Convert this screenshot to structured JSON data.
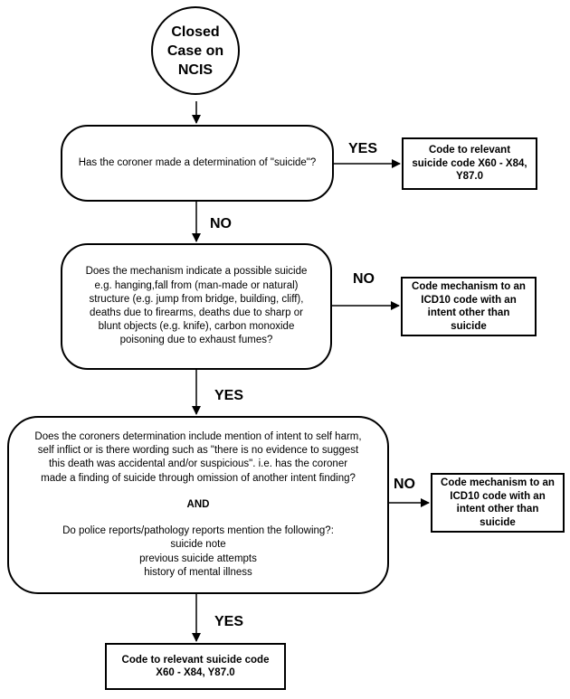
{
  "start": {
    "lines": [
      "Closed",
      "Case on",
      "NCIS"
    ]
  },
  "q1": {
    "text": "Has the coroner made a determination of \"suicide\"?"
  },
  "q1_yes_label": "YES",
  "q1_no_label": "NO",
  "r1": {
    "lines": [
      "Code to relevant",
      "suicide code X60 - X84,",
      "Y87.0"
    ]
  },
  "q2": {
    "lines": [
      "Does the mechanism indicate a possible suicide",
      "e.g.  hanging,fall from (man-made or natural)",
      "structure (e.g. jump from bridge, building, cliff),",
      "deaths due to firearms, deaths due to sharp or",
      "blunt objects (e.g. knife), carbon monoxide",
      "poisoning due to exhaust fumes?"
    ]
  },
  "q2_no_label": "NO",
  "q2_yes_label": "YES",
  "r2": {
    "lines": [
      "Code mechanism to an",
      "ICD10 code with an",
      "intent other than",
      "suicide"
    ]
  },
  "q3": {
    "para1": [
      "Does the coroners determination include mention of intent to self harm,",
      "self inflict or is there wording such as  \"there is no evidence to suggest",
      "this death was accidental and/or suspicious\".   i.e. has the coroner",
      "made a finding of suicide through omission of another intent finding?"
    ],
    "and": "AND",
    "para2": [
      "Do police reports/pathology reports mention the following?:",
      "suicide note",
      "previous suicide attempts",
      "history of mental illness"
    ]
  },
  "q3_no_label": "NO",
  "q3_yes_label": "YES",
  "r3": {
    "lines": [
      "Code mechanism to an",
      "ICD10 code with an",
      "intent other than",
      "suicide"
    ]
  },
  "r4": {
    "lines": [
      "Code to relevant suicide code",
      "X60 - X84, Y87.0"
    ]
  }
}
